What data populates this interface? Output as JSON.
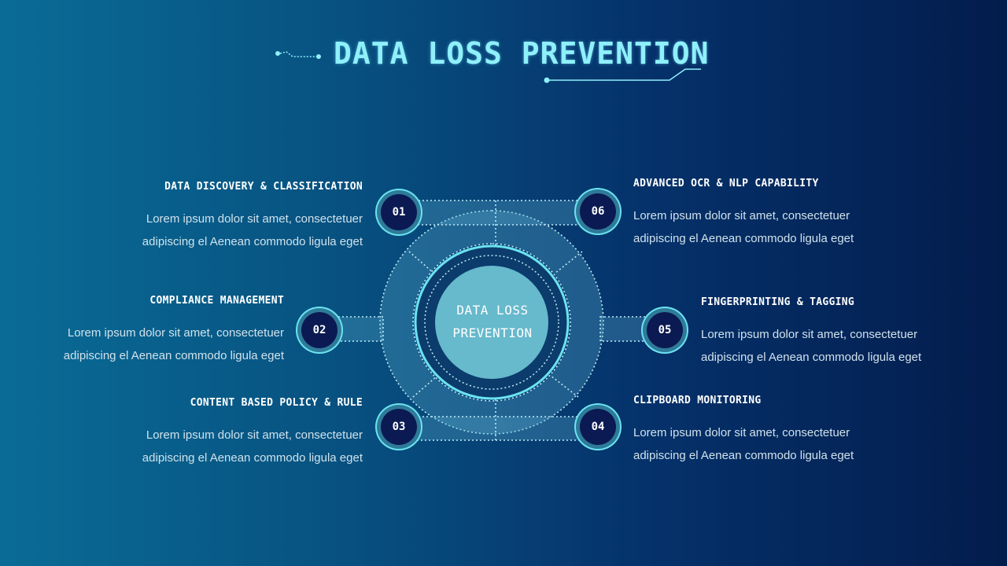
{
  "title": "DATA LOSS PREVENTION",
  "center_label_line1": "DATA LOSS",
  "center_label_line2": "PREVENTION",
  "items": [
    {
      "number": "01",
      "heading": "DATA DISCOVERY & CLASSIFICATION",
      "line1": "Lorem ipsum dolor sit amet, consectetuer",
      "line2": "adipiscing el Aenean commodo ligula eget"
    },
    {
      "number": "02",
      "heading": "COMPLIANCE MANAGEMENT",
      "line1": "Lorem ipsum dolor sit amet, consectetuer",
      "line2": "adipiscing el Aenean commodo ligula eget"
    },
    {
      "number": "03",
      "heading": "CONTENT BASED POLICY & RULE",
      "line1": "Lorem ipsum dolor sit amet, consectetuer",
      "line2": "adipiscing el Aenean commodo ligula eget"
    },
    {
      "number": "04",
      "heading": "CLIPBOARD MONITORING",
      "line1": "Lorem ipsum dolor sit amet, consectetuer",
      "line2": "adipiscing el Aenean commodo ligula eget"
    },
    {
      "number": "05",
      "heading": "FINGERPRINTING & TAGGING",
      "line1": "Lorem ipsum dolor sit amet, consectetuer",
      "line2": "adipiscing el Aenean commodo ligula eget"
    },
    {
      "number": "06",
      "heading": "ADVANCED OCR & NLP CAPABILITY",
      "line1": "Lorem ipsum dolor sit amet, consectetuer",
      "line2": "adipiscing el Aenean commodo ligula eget"
    }
  ],
  "colors": {
    "accent": "#8ff0fb",
    "ring": "#6be3f0",
    "badge": "#0b1a52",
    "core": "#67b9cc"
  }
}
